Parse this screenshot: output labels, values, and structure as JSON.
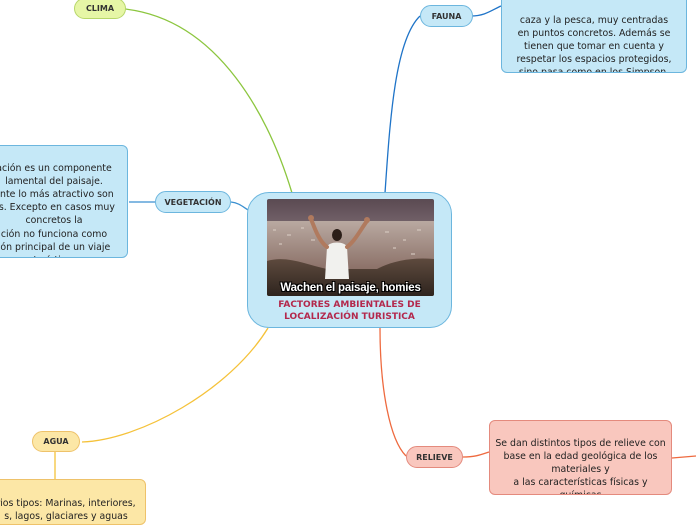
{
  "center": {
    "title": "FACTORES AMBIENTALES DE\nLOCALIZACIÓN TURISTICA",
    "image_caption": "Wachen el paisaje, homies"
  },
  "branches": {
    "clima": {
      "label": "CLIMA"
    },
    "fauna": {
      "label": "FAUNA",
      "note": "caza y la pesca, muy centradas\nen puntos concretos. Además se\ntienen que tomar en cuenta y\nrespetar los espacios protegidos,\nsino pasa como en los Simpson."
    },
    "vegetacion": {
      "label": "VEGETACIÓN",
      "note": "ación es un componente\nlamental del paisaje.\nente lo más atractivo son\nes. Excepto en casos muy\nconcretos la\nción no funciona como\nión principal de un viaje\nturístico."
    },
    "agua": {
      "label": "AGUA",
      "note": "rios tipos: Marinas, interiores,\ns, lagos, glaciares y aguas\ntermales."
    },
    "relieve": {
      "label": "RELIEVE",
      "note": "Se dan distintos tipos de relieve con\nbase en la edad geológica de los\nmateriales y\na las características físicas y químicas\nde esos materiales."
    }
  },
  "colors": {
    "clima": "#8cc63f",
    "fauna": "#1f74c8",
    "vegetacion": "#3a8fd0",
    "agua": "#f5c23a",
    "relieve": "#ee6a3f",
    "title": "#b3284c"
  }
}
